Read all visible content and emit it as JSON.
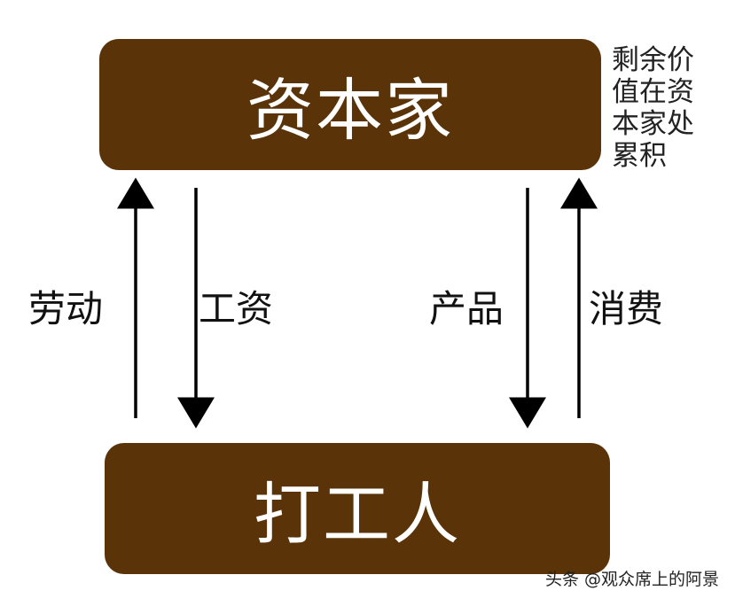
{
  "top_box": {
    "label": "资本家"
  },
  "bottom_box": {
    "label": "打工人"
  },
  "note": {
    "text": "剩余价值在资本家处累积"
  },
  "flows": {
    "labor": "劳动",
    "wage": "工资",
    "product": "产品",
    "consume": "消费"
  },
  "watermark": {
    "text": "头条 @观众席上的阿景"
  },
  "colors": {
    "box_fill": "#5a3408",
    "box_text": "#ffffff",
    "arrow": "#000000"
  }
}
